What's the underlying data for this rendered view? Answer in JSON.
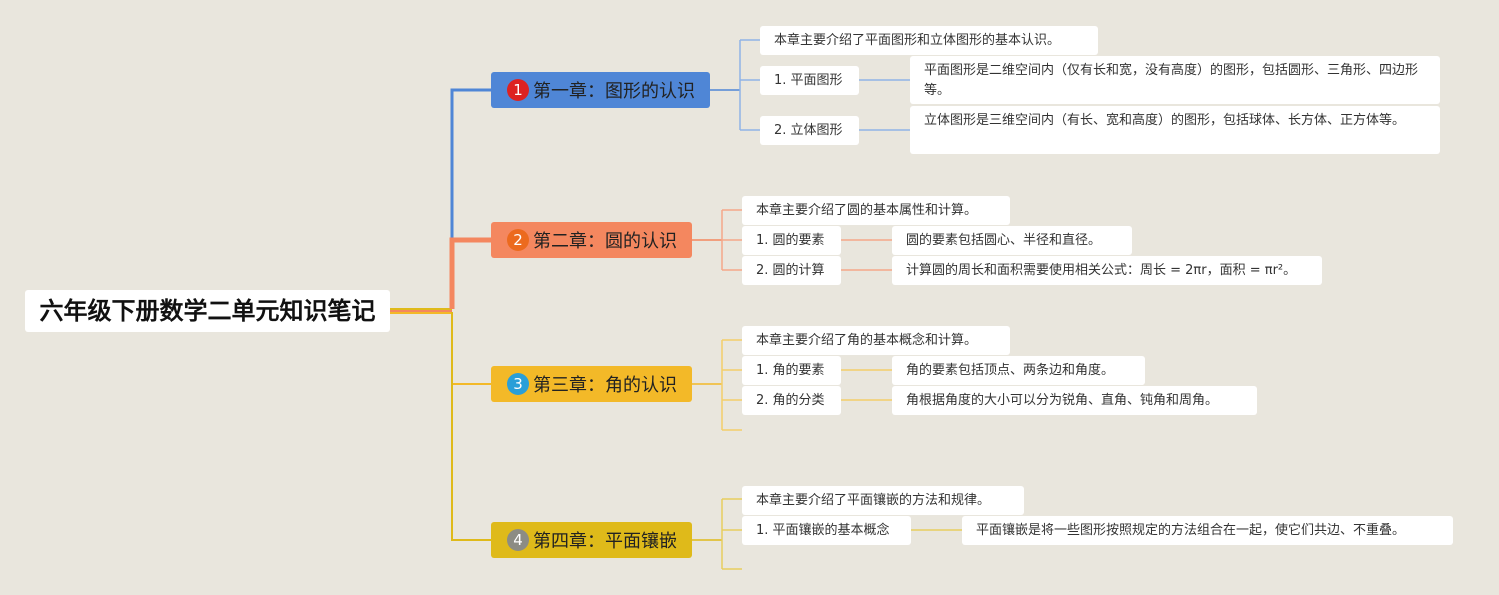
{
  "root": {
    "title": "六年级下册数学二单元知识笔记"
  },
  "colors": {
    "ch1": "#4f86d6",
    "ch2": "#f4875f",
    "ch3": "#f3b928",
    "ch4": "#dfba1a"
  },
  "chapters": [
    {
      "badge": "1",
      "badge_color": "#dd2222",
      "title": "第一章：图形的认识",
      "intro": "本章主要介绍了平面图形和立体图形的基本认识。",
      "items": [
        {
          "label": "1. 平面图形",
          "detail": "平面图形是二维空间内（仅有长和宽，没有高度）的图形，包括圆形、三角形、四边形等。"
        },
        {
          "label": "2. 立体图形",
          "detail": "立体图形是三维空间内（有长、宽和高度）的图形，包括球体、长方体、正方体等。"
        }
      ]
    },
    {
      "badge": "2",
      "badge_color": "#ec6a1e",
      "title": "第二章：圆的认识",
      "intro": "本章主要介绍了圆的基本属性和计算。",
      "items": [
        {
          "label": "1. 圆的要素",
          "detail": "圆的要素包括圆心、半径和直径。"
        },
        {
          "label": "2. 圆的计算",
          "detail": "计算圆的周长和面积需要使用相关公式：周长 = 2πr，面积 = πr²。"
        }
      ]
    },
    {
      "badge": "3",
      "badge_color": "#2a9fd8",
      "title": "第三章：角的认识",
      "intro": "本章主要介绍了角的基本概念和计算。",
      "items": [
        {
          "label": "1. 角的要素",
          "detail": "角的要素包括顶点、两条边和角度。"
        },
        {
          "label": "2. 角的分类",
          "detail": "角根据角度的大小可以分为锐角、直角、钝角和周角。"
        }
      ]
    },
    {
      "badge": "4",
      "badge_color": "#8c8c84",
      "title": "第四章：平面镶嵌",
      "intro": "本章主要介绍了平面镶嵌的方法和规律。",
      "items": [
        {
          "label": "1. 平面镶嵌的基本概念",
          "detail": "平面镶嵌是将一些图形按照规定的方法组合在一起，使它们共边、不重叠。"
        }
      ]
    }
  ]
}
